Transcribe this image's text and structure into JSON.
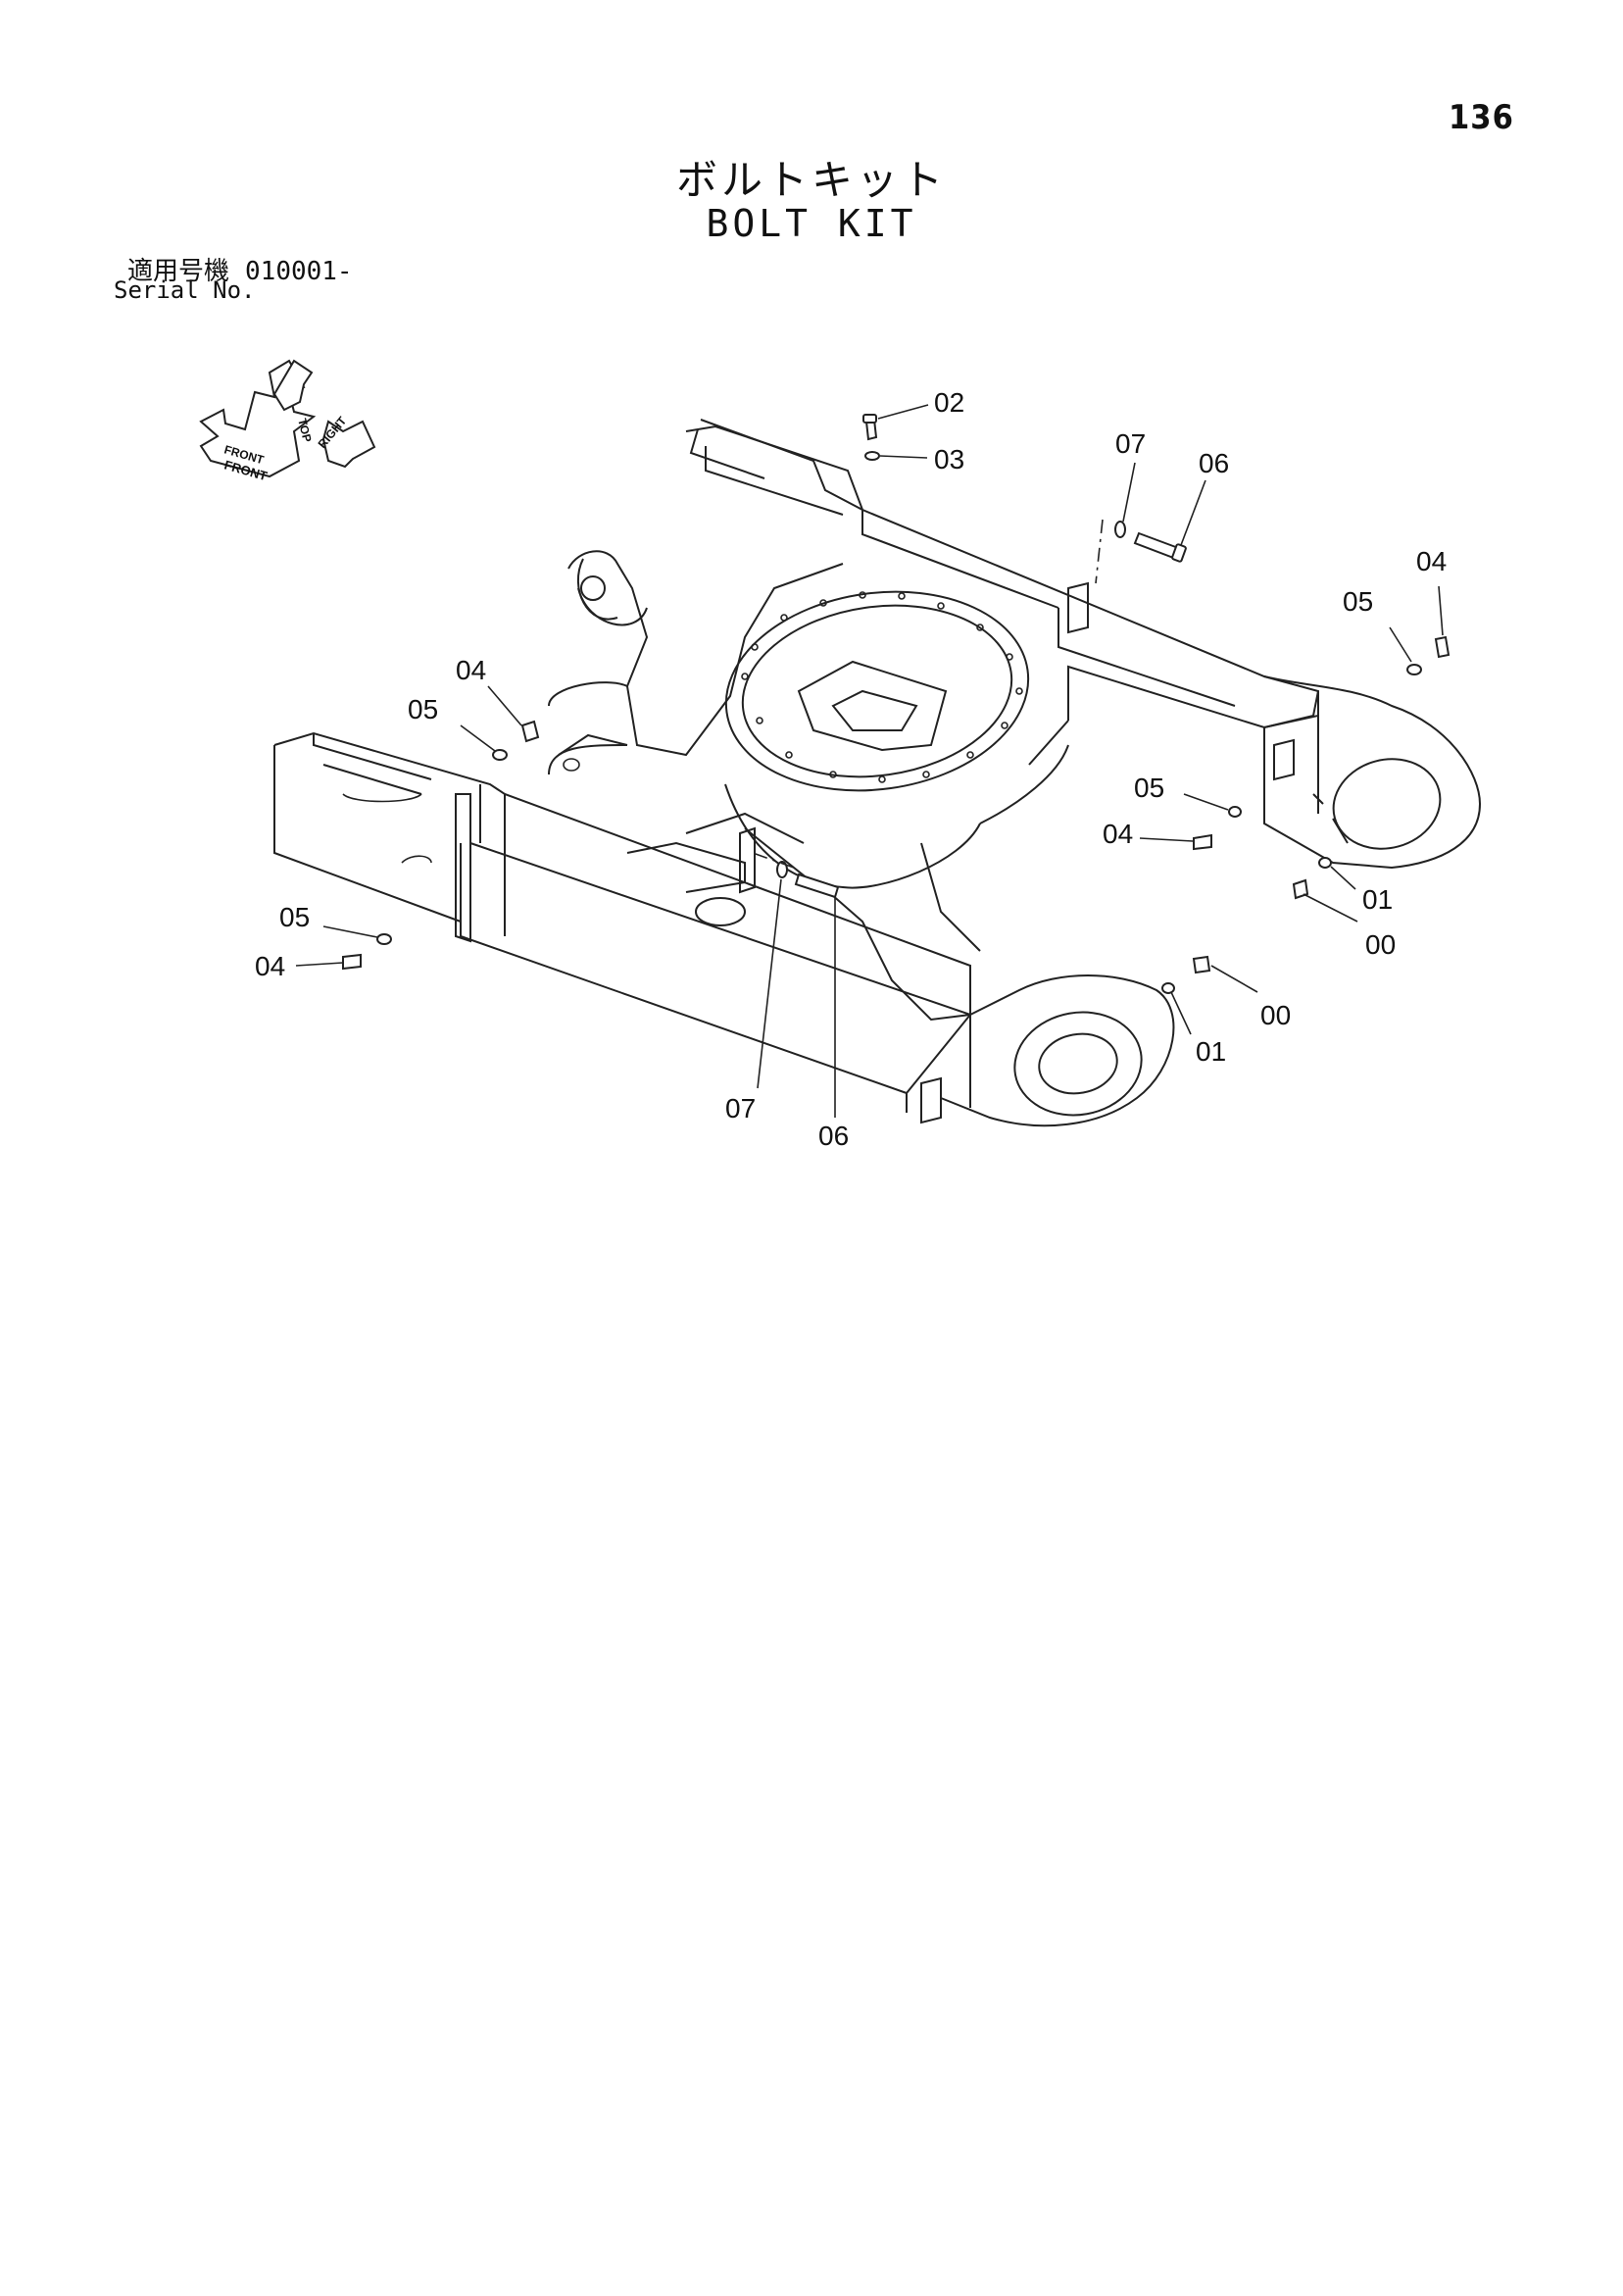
{
  "header": {
    "page_number": "136",
    "title_ja": "ボルトキット",
    "title_en": "BOLT KIT",
    "serial_label_ja": "適用号機",
    "serial_value": "010001-",
    "serial_label_en": "Serial No."
  },
  "orientation_icon": {
    "labels": [
      "TOP",
      "FRONT",
      "RIGHT"
    ]
  },
  "callouts": [
    {
      "id": "c02-top",
      "text": "02"
    },
    {
      "id": "c03-top",
      "text": "03"
    },
    {
      "id": "c07-top",
      "text": "07"
    },
    {
      "id": "c06-top",
      "text": "06"
    },
    {
      "id": "c04-right",
      "text": "04"
    },
    {
      "id": "c05-right",
      "text": "05"
    },
    {
      "id": "c04-left",
      "text": "04"
    },
    {
      "id": "c05-left",
      "text": "05"
    },
    {
      "id": "c05-mid",
      "text": "05"
    },
    {
      "id": "c04-mid",
      "text": "04"
    },
    {
      "id": "c01-right",
      "text": "01"
    },
    {
      "id": "c00-right",
      "text": "00"
    },
    {
      "id": "c05-front",
      "text": "05"
    },
    {
      "id": "c04-front",
      "text": "04"
    },
    {
      "id": "c00-bottom",
      "text": "00"
    },
    {
      "id": "c01-bottom",
      "text": "01"
    },
    {
      "id": "c07-bottom",
      "text": "07"
    },
    {
      "id": "c06-bottom",
      "text": "06"
    }
  ]
}
